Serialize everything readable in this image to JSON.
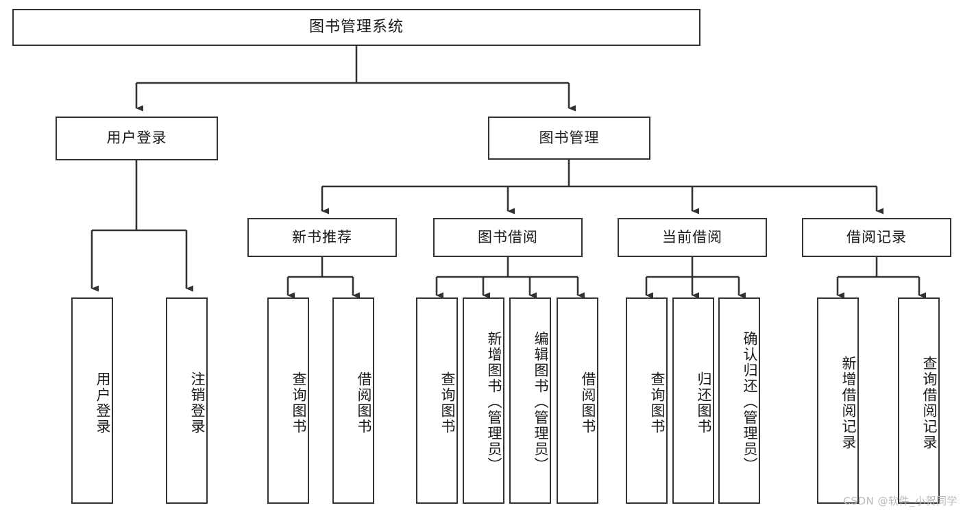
{
  "diagram": {
    "title": "图书管理系统",
    "type": "tree-hierarchy-chart",
    "watermark": "CSDN @软件_小贺同学",
    "line_color": "#333333",
    "box_fill": "#ffffff",
    "text_color": "#1a1a1a",
    "watermark_color": "#b9b9b9"
  },
  "nodes": {
    "root": {
      "label": "图书管理系统"
    },
    "level2": [
      {
        "id": "user-login",
        "label": "用户登录"
      },
      {
        "id": "book-manage",
        "label": "图书管理"
      }
    ],
    "level3": [
      {
        "id": "new-book-recommend",
        "label": "新书推荐"
      },
      {
        "id": "book-borrow",
        "label": "图书借阅"
      },
      {
        "id": "current-borrow",
        "label": "当前借阅"
      },
      {
        "id": "borrow-record",
        "label": "借阅记录"
      }
    ],
    "leaves": {
      "user_login": [
        {
          "id": "leaf-user-login",
          "label": "用户登录"
        },
        {
          "id": "leaf-logout-login",
          "label": "注销登录"
        }
      ],
      "new_book_recommend": [
        {
          "id": "leaf-query-book-1",
          "label": "查询图书"
        },
        {
          "id": "leaf-borrow-book-1",
          "label": "借阅图书"
        }
      ],
      "book_borrow": [
        {
          "id": "leaf-query-book-2",
          "label": "查询图书"
        },
        {
          "id": "leaf-add-book",
          "label": "新增图书（管理员）"
        },
        {
          "id": "leaf-edit-book",
          "label": "编辑图书（管理员）"
        },
        {
          "id": "leaf-borrow-book-2",
          "label": "借阅图书"
        }
      ],
      "current_borrow": [
        {
          "id": "leaf-query-book-3",
          "label": "查询图书"
        },
        {
          "id": "leaf-return-book",
          "label": "归还图书"
        },
        {
          "id": "leaf-confirm-return",
          "label": "确认归还（管理员）"
        }
      ],
      "borrow_record": [
        {
          "id": "leaf-add-record",
          "label": "新增借阅记录"
        },
        {
          "id": "leaf-query-record",
          "label": "查询借阅记录"
        }
      ]
    }
  }
}
